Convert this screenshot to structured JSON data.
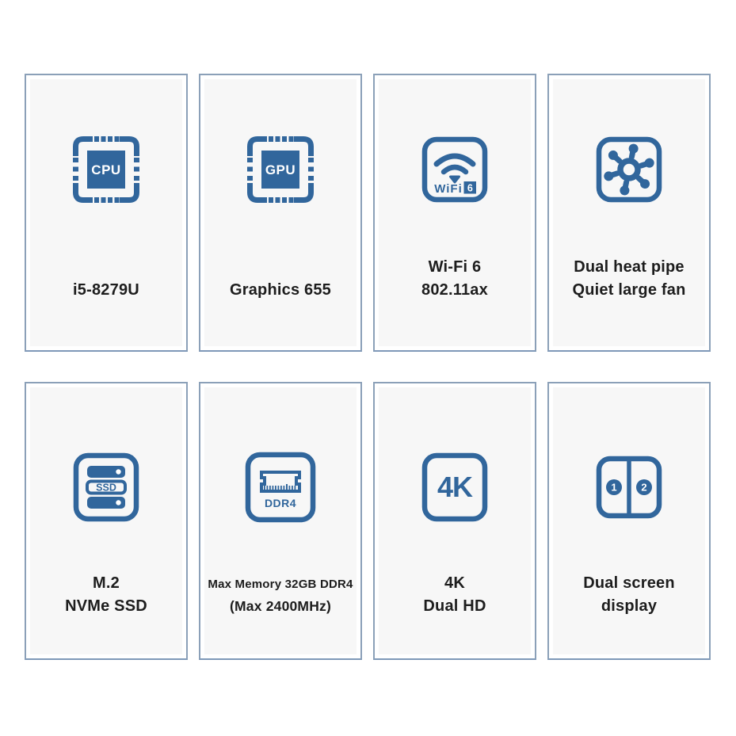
{
  "theme": {
    "icon_blue": "#31669c",
    "card_bg": "#f7f7f7",
    "card_border": "#8ba0b8",
    "card_border_bottom": "#7e98b8",
    "text_color": "#1d1d1d",
    "page_bg": "#ffffff"
  },
  "cards": [
    {
      "name": "processor",
      "icon": "cpu-chip-icon",
      "icon_label": "CPU",
      "lines": [
        "i5-8279U"
      ]
    },
    {
      "name": "graphics",
      "icon": "gpu-chip-icon",
      "icon_label": "GPU",
      "lines": [
        "Graphics 655"
      ]
    },
    {
      "name": "wifi",
      "icon": "wifi-6-icon",
      "icon_text": "WiFi",
      "icon_badge": "6",
      "lines": [
        "Wi-Fi 6",
        "802.11ax"
      ]
    },
    {
      "name": "cooling",
      "icon": "fan-icon",
      "lines": [
        "Dual heat pipe",
        "Quiet large fan"
      ]
    },
    {
      "name": "storage",
      "icon": "ssd-drive-icon",
      "icon_label": "SSD",
      "lines": [
        "M.2",
        "NVMe SSD"
      ]
    },
    {
      "name": "memory",
      "icon": "ram-ddr4-icon",
      "icon_label": "DDR4",
      "lines": [
        "Max Memory 32GB DDR4",
        "(Max 2400MHz)"
      ]
    },
    {
      "name": "resolution",
      "icon": "4k-icon",
      "icon_label": "4K",
      "lines": [
        "4K",
        "Dual HD"
      ]
    },
    {
      "name": "dual-display",
      "icon": "dual-screen-icon",
      "screen_labels": [
        "1",
        "2"
      ],
      "lines": [
        "Dual screen",
        "display"
      ]
    }
  ]
}
